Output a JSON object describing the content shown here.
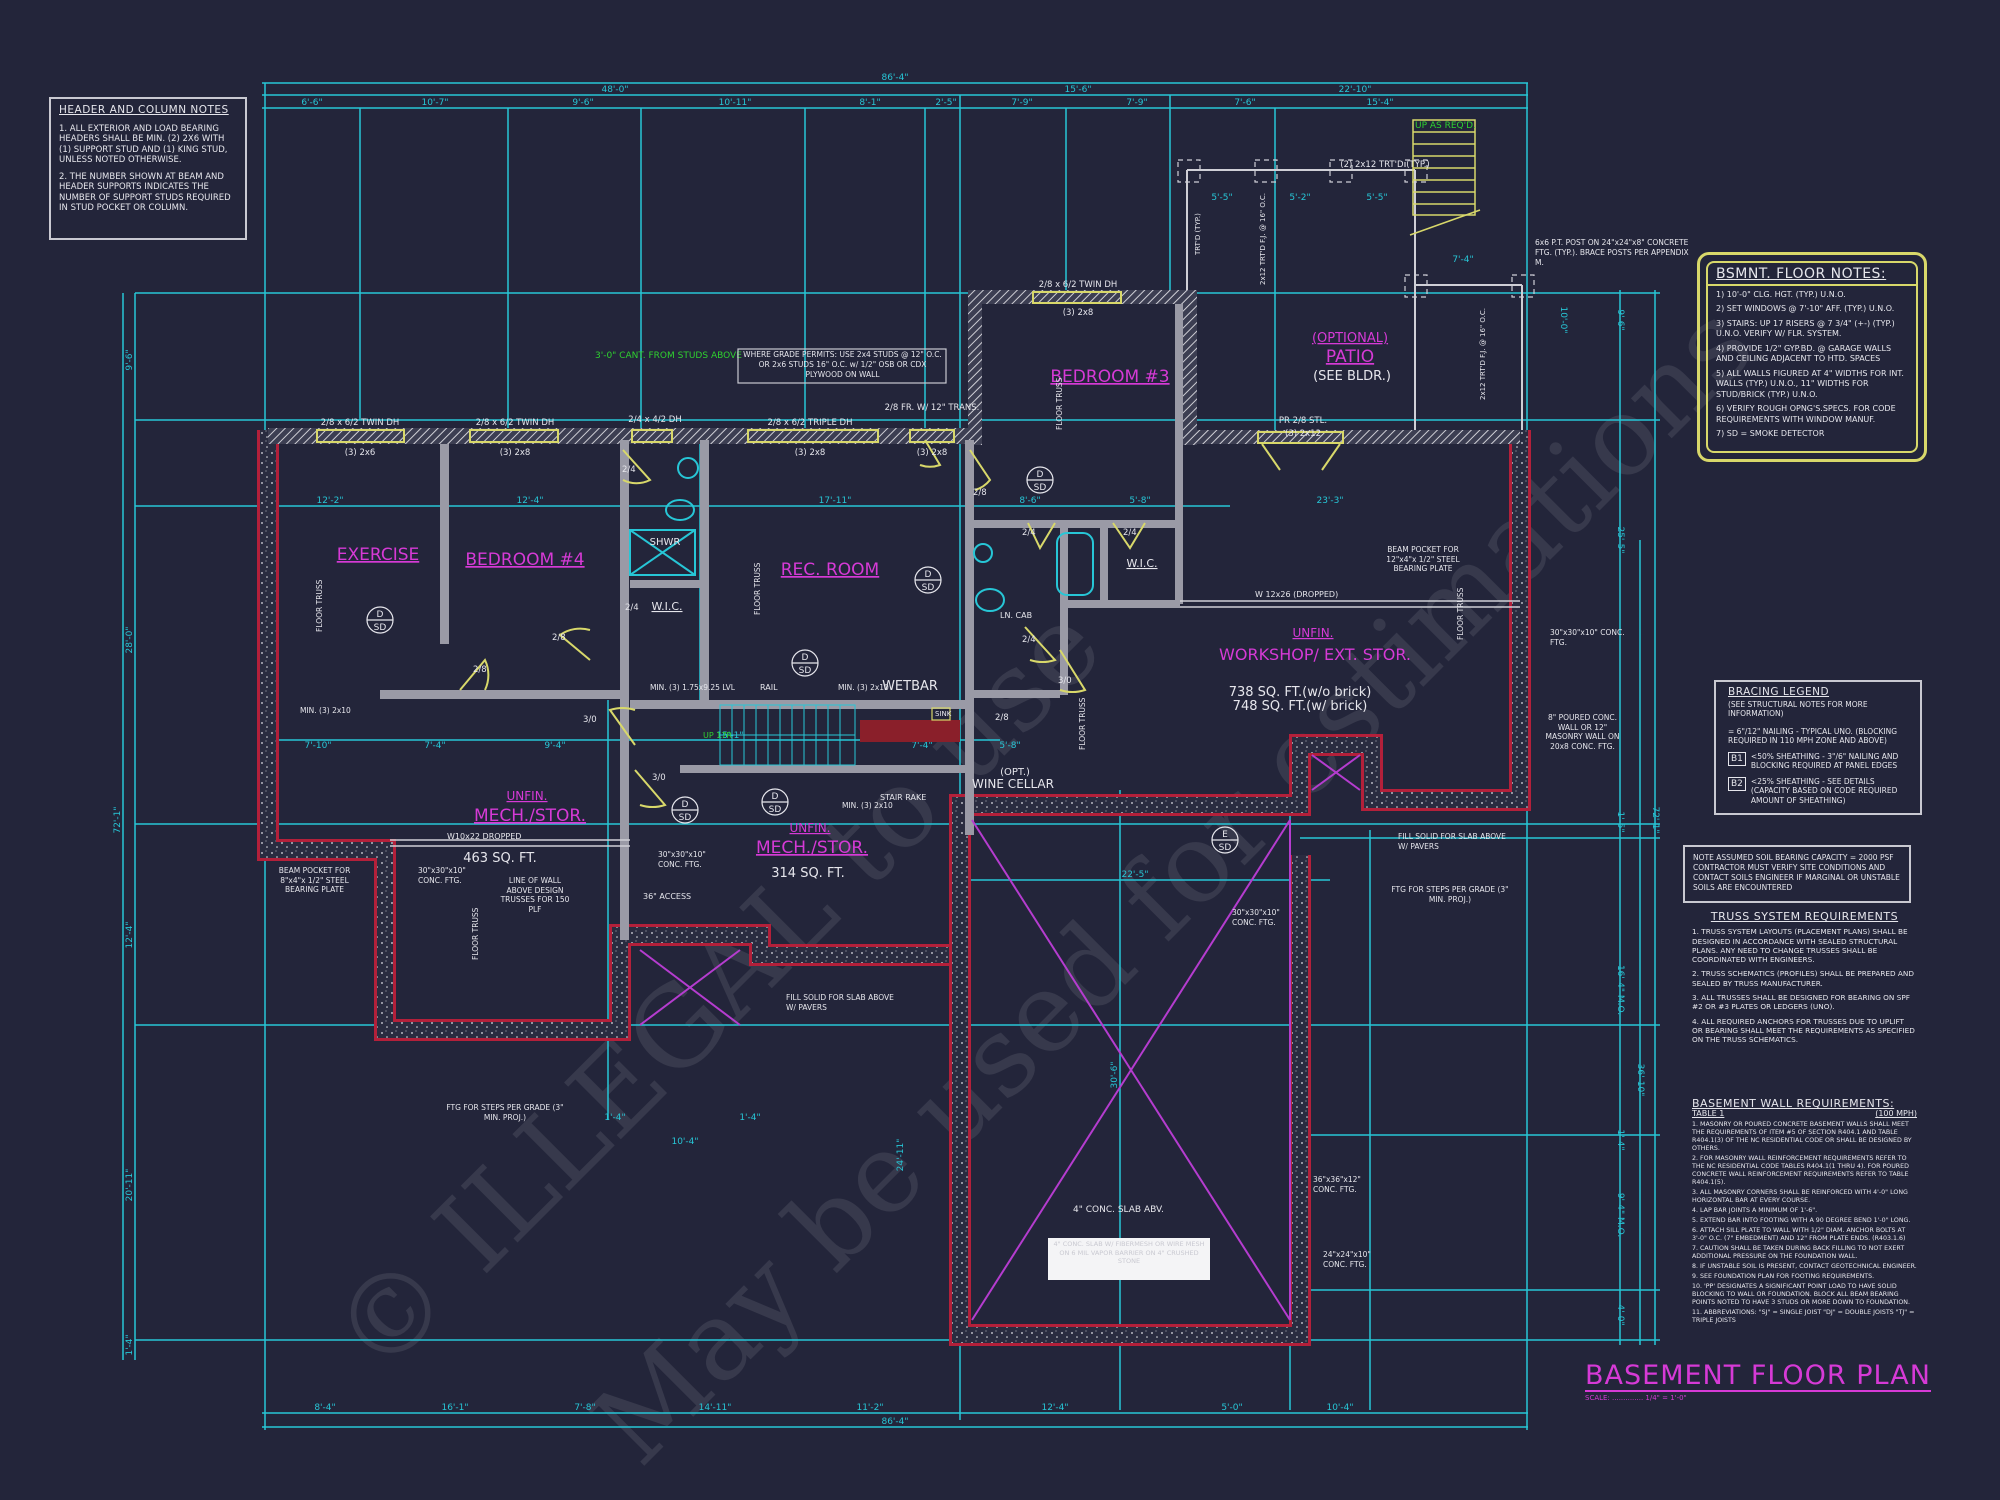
{
  "drawing": {
    "title": "BASEMENT FLOOR PLAN",
    "scale": "SCALE: .............. 1/4\" = 1'-0\"",
    "colors": {
      "background": "#23253a",
      "dimension": "#27c6d6",
      "wall": "#cfcfd6",
      "room_label": "#d63ad6",
      "foundation": "#b3203a",
      "window": "#d8d86a",
      "green_note": "#2fd12f",
      "note_text": "#e6e6ec"
    }
  },
  "header_column_notes": {
    "title": "HEADER AND COLUMN NOTES",
    "items": [
      "1. ALL EXTERIOR AND LOAD BEARING HEADERS SHALL BE MIN. (2) 2x6 WITH (1) SUPPORT STUD AND (1) KING STUD, UNLESS NOTED OTHERWISE.",
      "2. THE NUMBER SHOWN AT BEAM AND HEADER SUPPORTS INDICATES THE NUMBER OF SUPPORT STUDS REQUIRED IN STUD POCKET OR COLUMN."
    ]
  },
  "bsmnt_floor_notes": {
    "title": "BSMNT. FLOOR NOTES:",
    "items": [
      "1) 10'-0\" CLG. HGT. (TYP.) U.N.O.",
      "2) SET WINDOWS @ 7'-10\" AFF. (TYP.) U.N.O.",
      "3) STAIRS: UP 17 RISERS @ 7 3/4\" (+-) (TYP.) U.N.O. VERIFY W/ FLR. SYSTEM.",
      "4) PROVIDE 1/2\" GYP.BD. @ GARAGE WALLS AND CEILING ADJACENT TO HTD. SPACES",
      "5) ALL WALLS FIGURED AT 4\" WIDTHS FOR INT. WALLS (TYP.) U.N.O., 11\" WIDTHS FOR STUD/BRICK (TYP.) U.N.O.",
      "6) VERIFY ROUGH OPNG'S.SPECS. FOR CODE REQUIREMENTS WITH WINDOW MANUF.",
      "7) SD = SMOKE DETECTOR"
    ]
  },
  "bracing_legend": {
    "title": "BRACING LEGEND",
    "subtitle": "(SEE STRUCTURAL NOTES FOR MORE INFORMATION)",
    "items": [
      {
        "tag": "",
        "text": "= 6\"/12\" NAILING - TYPICAL UNO. (BLOCKING REQUIRED IN 110 MPH ZONE AND ABOVE)"
      },
      {
        "tag": "B1",
        "text": "<50% SHEATHING - 3\"/6\" NAILING AND BLOCKING REQUIRED AT PANEL EDGES"
      },
      {
        "tag": "B2",
        "text": "<25% SHEATHING - SEE DETAILS (CAPACITY BASED ON CODE REQUIRED AMOUNT OF SHEATHING)"
      }
    ]
  },
  "soil_note": "NOTE ASSUMED SOIL BEARING CAPACITY = 2000 PSF CONTRACTOR MUST VERIFY SITE CONDITIONS AND CONTACT SOILS ENGINEER IF MARGINAL OR UNSTABLE SOILS ARE ENCOUNTERED",
  "truss_requirements": {
    "title": "TRUSS SYSTEM REQUIREMENTS",
    "items": [
      "1. TRUSS SYSTEM LAYOUTS (PLACEMENT PLANS) SHALL BE DESIGNED IN ACCORDANCE WITH SEALED STRUCTURAL PLANS. ANY NEED TO CHANGE TRUSSES SHALL BE COORDINATED WITH ENGINEERS.",
      "2. TRUSS SCHEMATICS (PROFILES) SHALL BE PREPARED AND SEALED BY TRUSS MANUFACTURER.",
      "3. ALL TRUSSES SHALL BE DESIGNED FOR BEARING ON SPF #2 OR #3 PLATES OR LEDGERS (UNO).",
      "4. ALL REQUIRED ANCHORS FOR TRUSSES DUE TO UPLIFT OR BEARING SHALL MEET THE REQUIREMENTS AS SPECIFIED ON THE TRUSS SCHEMATICS."
    ]
  },
  "basement_wall_requirements": {
    "title": "BASEMENT WALL REQUIREMENTS:",
    "table_label": "TABLE 1",
    "wind": "(100 MPH)",
    "items": [
      "1. MASONRY OR POURED CONCRETE BASEMENT WALLS SHALL MEET THE REQUIREMENTS OF ITEM #5 OF SECTION R404.1 AND TABLE R404.1(3) OF THE NC RESIDENTIAL CODE OR SHALL BE DESIGNED BY OTHERS.",
      "2. FOR MASONRY WALL REINFORCEMENT REQUIREMENTS REFER TO THE NC RESIDENTIAL CODE TABLES R404.1(1 THRU 4). FOR POURED CONCRETE WALL REINFORCEMENT REQUIREMENTS REFER TO TABLE R404.1(5).",
      "3. ALL MASONRY CORNERS SHALL BE REINFORCED WITH 4'-0\" LONG HORIZONTAL BAR AT EVERY COURSE.",
      "4. LAP BAR JOINTS A MINIMUM OF 1'-6\".",
      "5. EXTEND BAR INTO FOOTING WITH A 90 DEGREE BEND 1'-0\" LONG.",
      "6. ATTACH SILL PLATE TO WALL WITH 1/2\" DIAM. ANCHOR BOLTS AT 3'-0\" O.C. (7\" EMBEDMENT) AND 12\" FROM PLATE ENDS. (R403.1.6)",
      "7. CAUTION SHALL BE TAKEN DURING BACK FILLING TO NOT EXERT ADDITIONAL PRESSURE ON THE FOUNDATION WALL.",
      "8. IF UNSTABLE SOIL IS PRESENT, CONTACT GEOTECHNICAL ENGINEER.",
      "9. SEE FOUNDATION PLAN FOR FOOTING REQUIREMENTS.",
      "10. 'PP' DESIGNATES A SIGNIFICANT POINT LOAD TO HAVE SOLID BLOCKING TO WALL OR FOUNDATION. BLOCK ALL BEAM BEARING POINTS NOTED TO HAVE 3 STUDS OR MORE DOWN TO FOUNDATION.",
      "11. ABBREVIATIONS: \"SJ\" = SINGLE JOIST  \"DJ\" = DOUBLE JOISTS  \"TJ\" = TRIPLE JOISTS"
    ]
  },
  "rooms": [
    {
      "name": "EXERCISE"
    },
    {
      "name": "BEDROOM #4"
    },
    {
      "name": "REC. ROOM"
    },
    {
      "name": "BEDROOM #3"
    },
    {
      "name": "(OPTIONAL)",
      "sub": "PATIO",
      "note": "(SEE BLDR.)"
    },
    {
      "name": "UNFIN.",
      "sub": "WORKSHOP/ EXT. STOR.",
      "area1": "738 SQ. FT.(w/o brick)",
      "area2": "748 SQ. FT.(w/ brick)"
    },
    {
      "name": "UNFIN.",
      "sub": "MECH./STOR.",
      "area": "463 SQ. FT."
    },
    {
      "name": "UNFIN.",
      "sub": "MECH./STOR.",
      "area": "314 SQ. FT."
    },
    {
      "name": "(OPT.)",
      "sub": "WINE CELLAR"
    },
    {
      "name": "WETBAR"
    },
    {
      "name": "W.I.C."
    },
    {
      "name": "W.I.C."
    },
    {
      "name": "SHWR"
    }
  ],
  "dimensions": {
    "top_overall": "86'-4\"",
    "top_sub": [
      "48'-0\"",
      "15'-6\"",
      "22'-10\""
    ],
    "top_detail": [
      "6'-6\"",
      "10'-7\"",
      "9'-6\"",
      "10'-11\"",
      "8'-1\"",
      "2'-5\"",
      "7'-9\"",
      "7'-9\"",
      "7'-6\"",
      "15'-4\""
    ],
    "bottom_detail": [
      "8'-4\"",
      "16'-1\"",
      "7'-8\"",
      "14'-11\"",
      "11'-2\"",
      "12'-4\"",
      "5'-0\"",
      "10'-4\""
    ],
    "bottom_overall": "86'-4\"",
    "left_overall": "72'-1\"",
    "left_detail": [
      "9'-6\"",
      "28'-0\"",
      "12'-4\"",
      "20'-11\"",
      "1'-4\""
    ],
    "right_overall": "72'-1\"",
    "right_detail": [
      "10'-0\"",
      "9'-6\"",
      "25'-5\"",
      "1'-5\"",
      "16'-4\" M.O.",
      "1'-4\"",
      "9'-4\" M.O.",
      "4'-0\""
    ],
    "right_sub": "36'-10\"",
    "interior": [
      "12'-2\"",
      "12'-4\"",
      "17'-11\"",
      "8'-6\"",
      "5'-8\"",
      "23'-3\"",
      "7'-10\"",
      "7'-4\"",
      "9'-4\"",
      "15'-1\"",
      "7'-4\"",
      "5'-8\"",
      "22'-5\"",
      "30'-6\"",
      "24'-11\"",
      "5'-5\"",
      "5'-2\"",
      "5'-5\"",
      "7'-4\"",
      "10'-4\"",
      "1'-4\"",
      "1'-4\""
    ]
  },
  "windows": [
    "2/8 x 6/2 TWIN DH",
    "2/8 x 6/2 TWIN DH",
    "2/4 x 4/2 DH",
    "2/8 x 6/2 TRIPLE DH",
    "2/8 FR. W/ 12\" TRANS.",
    "2/8 x 6/2 TWIN DH",
    "PR 2/8 STL."
  ],
  "headers": [
    "(3) 2x6",
    "(3) 2x8",
    "(3) 2x8",
    "(3) 2x8",
    "(3) 2x8",
    "(3) 2x12",
    "(2) 2x12 TRT'D (TYP.)"
  ],
  "callouts": {
    "cant": "3'-0\" CANT. FROM STUDS ABOVE",
    "grade_permits": "WHERE GRADE PERMITS: USE 2x4 STUDS @ 12\" O.C. OR 2x6 STUDS 16\" O.C. w/ 1/2\" OSB OR CDX PLYWOOD ON WALL",
    "post": "6x6 P.T. POST ON 24\"x24\"x8\" CONCRETE FTG. (TYP.). BRACE POSTS PER APPENDIX M.",
    "up_as_reqd": "UP AS REQ'D.",
    "beam_pocket_right": "BEAM POCKET FOR 12\"x4\"x 1/2\" STEEL BEARING PLATE",
    "beam_dropped_right": "W 12x26 (DROPPED)",
    "conc_ftg_30": "30\"x30\"x10\" CONC. FTG.",
    "poured_wall": "8\" POURED CONC. WALL OR 12\" MASONRY WALL ON 20x8 CONC. FTG.",
    "fill_solid_right": "FILL SOLID FOR SLAB ABOVE W/ PAVERS",
    "ftg_steps_right": "FTG FOR STEPS PER GRADE (3\" MIN. PROJ.)",
    "beam_pocket_left": "BEAM POCKET FOR 8\"x4\"x 1/2\" STEEL BEARING PLATE",
    "beam_dropped_left": "W10x22 DROPPED",
    "line_of_wall": "LINE OF WALL ABOVE DESIGN TRUSSES FOR 150 PLF",
    "access": "36\" ACCESS",
    "fill_solid_left": "FILL SOLID FOR SLAB ABOVE W/ PAVERS",
    "ftg_steps_left": "FTG FOR STEPS PER GRADE (3\" MIN. PROJ.)",
    "slab_abv": "4\" CONC. SLAB ABV.",
    "slab_box": "4\" CONC. SLAB W/ FIBERMESH OR WIRE MESH ON 6 MIL VAPOR BARRIER ON 4\" CRUSHED STONE",
    "ftg_36": "36\"x36\"x12\" CONC. FTG.",
    "ftg_24": "24\"x24\"x10\" CONC. FTG.",
    "lvl": "MIN. (3) 1.75x9.25 LVL",
    "rail": "RAIL",
    "min_2x10": "MIN. (3) 2x10",
    "stair_rake": "STAIR RAKE",
    "up_17r": "UP 17R",
    "sink": "SINK",
    "ln_cab": "LN. CAB",
    "floor_truss": "FLOOR TRUSS",
    "trtd_fj": "2x12 TRT'D F.J. @ 16\" O.C.",
    "trtd_typ": "TRT'D (TYP.)"
  },
  "doors": [
    "2/8",
    "2/8",
    "2/4",
    "2/4",
    "2/4",
    "2/4",
    "2/4",
    "3/0",
    "3/0",
    "3/0",
    "2/8",
    "2/8"
  ],
  "detectors": [
    "D SD",
    "D SD",
    "D SD",
    "D SD",
    "D SD",
    "D SD",
    "E SD"
  ]
}
